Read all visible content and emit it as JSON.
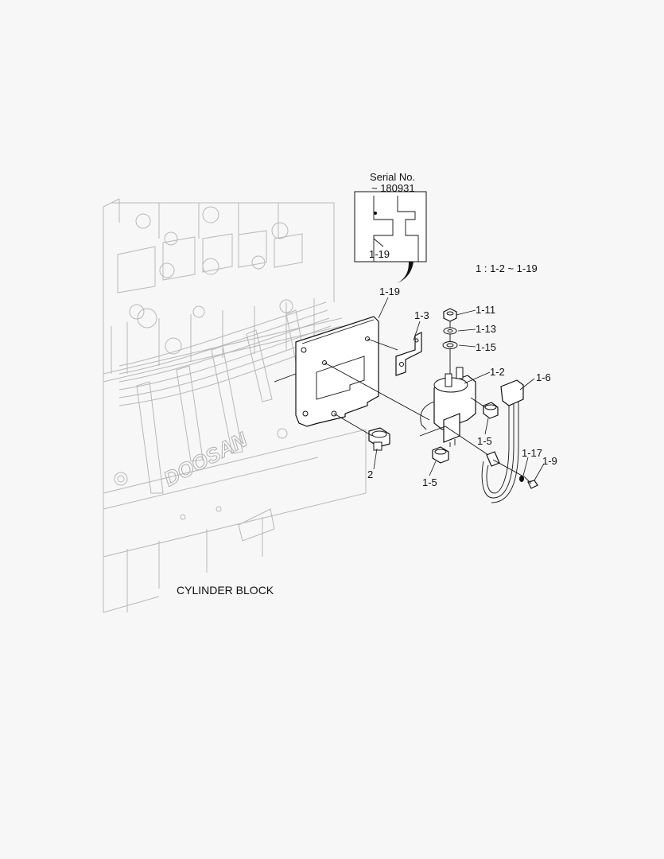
{
  "inset": {
    "title_line1": "Serial No.",
    "title_line2": "~ 180931",
    "label": "1-19"
  },
  "legend_text": "1 : 1-2 ~ 1-19",
  "labels": {
    "p1_19": "1-19",
    "p1_3": "1-3",
    "p1_11": "1-11",
    "p1_13": "1-13",
    "p1_15": "1-15",
    "p1_2": "1-2",
    "p1_6": "1-6",
    "p1_5a": "1-5",
    "p1_5b": "1-5",
    "p1_17": "1-17",
    "p1_9": "1-9",
    "p2": "2"
  },
  "block_caption": "CYLINDER BLOCK",
  "engine_logo": "DOOSAN"
}
